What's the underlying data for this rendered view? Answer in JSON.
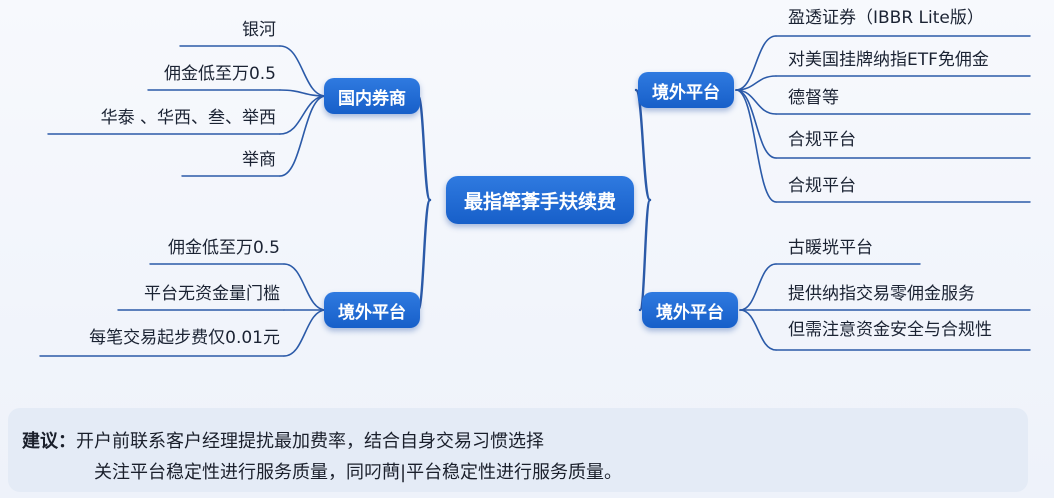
{
  "center": {
    "label": "最指筚葊手㚘续费"
  },
  "branches": {
    "top_left": {
      "label": "国内券商",
      "leaves": [
        "银河",
        "佣金低至万0.5",
        "华泰 、华西、叁、举西",
        "举商"
      ]
    },
    "bottom_left": {
      "label": "境外平台",
      "leaves": [
        "佣金低至万0.5",
        "平台无资金量门槛",
        "每笔交易起步费仅0.01元"
      ]
    },
    "top_right": {
      "label": "境外平台",
      "leaves": [
        "盈透证券（IBBR Lite版）",
        "对美国挂牌纳指ETF免佣金",
        "德督等",
        "合规平台",
        "合规平台"
      ]
    },
    "bottom_right": {
      "label": "境外平台",
      "leaves": [
        "古䁔垙平台",
        "提供纳指交易零佣金服务",
        "但需注意资金安全与合规性"
      ]
    }
  },
  "advice": {
    "label": "建议：",
    "line1": "开户前联系客户经理提扰最加费率，结合自身交易习惯选择",
    "line2": "关注平台稳定性进行服务质量，同叼蔄|平台稳定性进行服务质量。"
  },
  "colors": {
    "node": "#1f6bd6",
    "line": "#2b5aa8",
    "text": "#1b2333"
  }
}
